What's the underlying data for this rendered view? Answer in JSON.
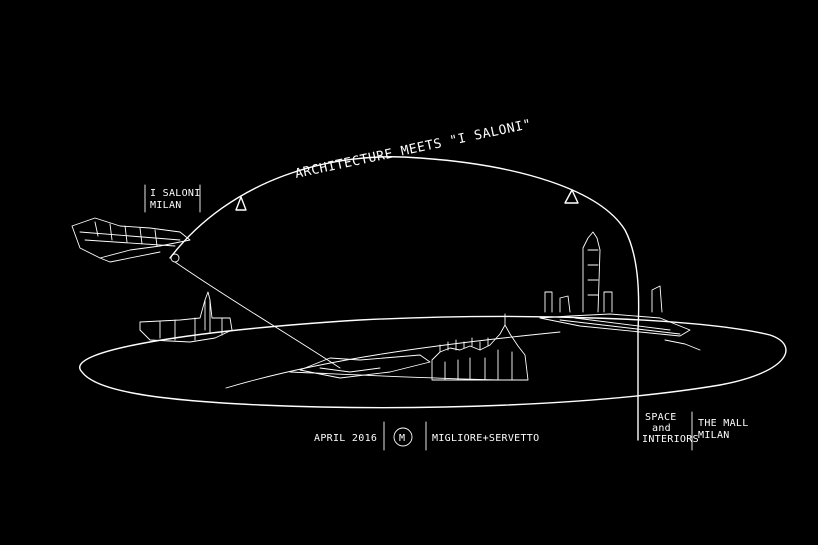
{
  "title": "ARCHITECTURE MEETS \"I SALONI\"",
  "labels": {
    "saloni_line1": "I SALONI",
    "saloni_line2": "MILAN",
    "space_line1": "SPACE",
    "space_line2": "and",
    "space_line3": "INTERIORS",
    "mall_line1": "THE MALL",
    "mall_line2": "MILAN"
  },
  "footer": {
    "date": "APRIL 2016",
    "logo": "M",
    "studio": "MIGLIORE+SERVETTO"
  },
  "colors": {
    "background": "#000000",
    "ink": "#ffffff"
  }
}
